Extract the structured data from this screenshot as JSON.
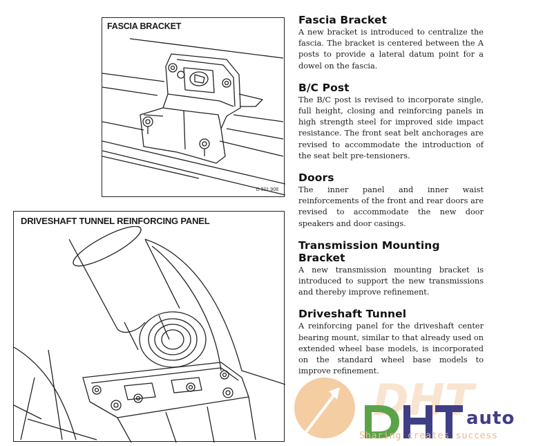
{
  "figures": {
    "fascia": {
      "title": "FASCIA BRACKET",
      "code": "D 501 908"
    },
    "tunnel": {
      "title": "DRIVESHAFT TUNNEL REINFORCING PANEL"
    }
  },
  "sections": [
    {
      "heading": "Fascia Bracket",
      "body": "A new bracket is introduced to centralize the fascia. The bracket is centered between the A posts to provide a lateral datum point for a dowel on the fascia."
    },
    {
      "heading": "B/C Post",
      "body": "The B/C post is revised to incorporate single, full height, closing and reinforcing panels in high strength steel for improved side impact resistance. The front seat belt anchorages are revised to accommodate the introduction of the seat belt pre-tensioners."
    },
    {
      "heading": "Doors",
      "body": "The inner panel and inner waist reinforcements of the front and rear doors are revised to accommodate the new door speakers and door casings."
    },
    {
      "heading": "Transmission Mounting Bracket",
      "body": "A new transmission mounting bracket is introduced to support the new transmissions and thereby improve refinement."
    },
    {
      "heading": "Driveshaft Tunnel",
      "body": "A reinforcing panel for the driveshaft center bearing mount, similar to that already used on extended wheel base models, is incorporated on the standard wheel base models to improve refinement."
    }
  ],
  "watermark": {
    "logo_text": "DHT",
    "sub_logo": "auto",
    "tagline": "Sharing creates success",
    "colors": {
      "orange": "#f2c493",
      "green": "#5aa348",
      "navy": "#3f3f86",
      "light_orange": "#f6dcc0"
    }
  }
}
